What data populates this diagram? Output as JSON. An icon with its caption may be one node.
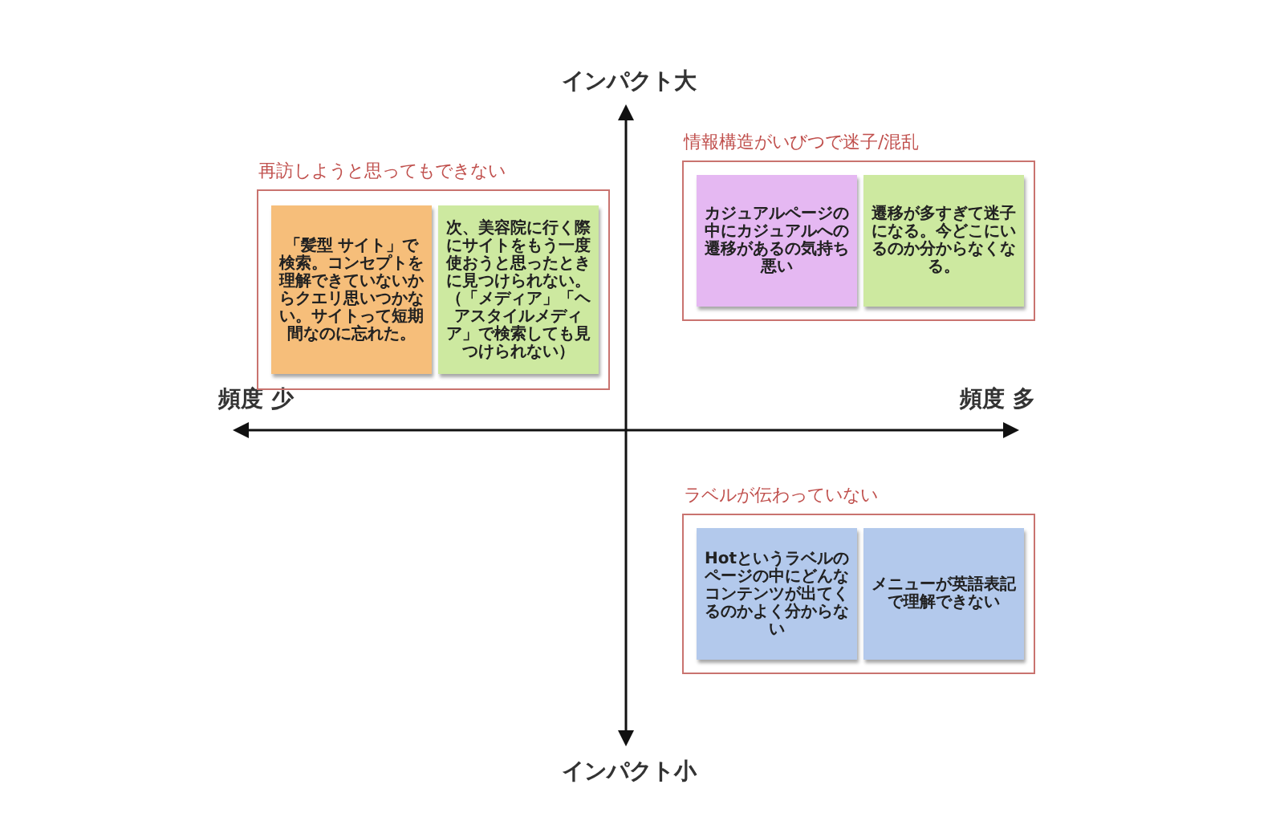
{
  "diagram": {
    "nodes": [
      {
        "text": [
          "再訪しようと思ってもできない"
        ]
      },
      {
        "text": [
          "「髪型 サイト」で検索。コンセプトを理解できていないからクエリ思いつかない。サイトって短期間なのに忘れた。"
        ],
        "in": 0
      },
      {
        "text": [
          "次、美容院に行く際にサイトをもう一度使おうと思ったときに見つけられない。（「メディア」「ヘアスタイルメディア」で検索しても見つけられない）"
        ],
        "in": 0
      },
      {
        "text": [
          "情報構造がいびつで迷子/混乱"
        ]
      },
      {
        "text": [
          "カジュアルページの中にカジュアルへの遷移があるの気持ち悪い"
        ],
        "in": 3
      },
      {
        "text": [
          "遷移が多すぎて迷子になる。今どこにいるのか分からなくなる。"
        ],
        "in": 3
      },
      {
        "text": [
          "ラベルが伝わっていない"
        ]
      },
      {
        "text": [
          "Hotというラベルのページの中にどんなコンテンツが出てくるのかよく分からない"
        ],
        "in": 6
      },
      {
        "text": [
          "メニューが英語表記で理解できない"
        ],
        "in": 6
      }
    ],
    "edges": [],
    "labels": [
      "インパクト大",
      "頻度 少",
      "頻度 多",
      "インパクト小"
    ]
  }
}
